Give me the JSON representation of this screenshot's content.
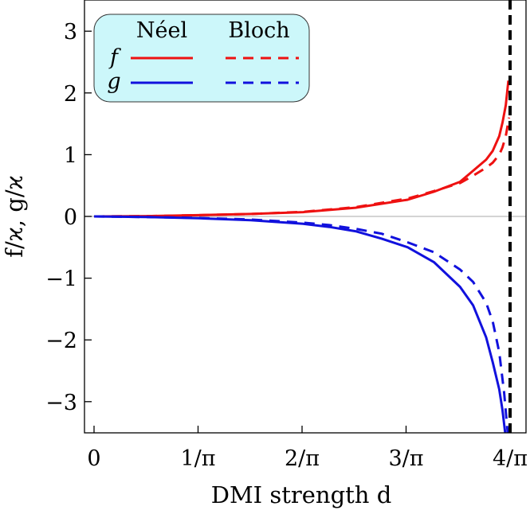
{
  "chart_data": {
    "type": "line",
    "xlabel": "DMI strength d",
    "ylabel": "f/ϰ, g/ϰ",
    "xlim": [
      0,
      1.2732
    ],
    "ylim": [
      -3.5,
      3.5
    ],
    "x_ticks": [
      {
        "value": 0,
        "label": "0"
      },
      {
        "value": 0.3183,
        "label": "1/π"
      },
      {
        "value": 0.6366,
        "label": "2/π"
      },
      {
        "value": 0.9549,
        "label": "3/π"
      },
      {
        "value": 1.2732,
        "label": "4/π"
      }
    ],
    "y_ticks": [
      {
        "value": 3,
        "label": "3"
      },
      {
        "value": 2,
        "label": "2"
      },
      {
        "value": 1,
        "label": "1"
      },
      {
        "value": 0,
        "label": "0"
      },
      {
        "value": -1,
        "label": "−1"
      },
      {
        "value": -2,
        "label": "−2"
      },
      {
        "value": -3,
        "label": "−3"
      }
    ],
    "zero_line": true,
    "asymptote_x": 1.2732,
    "legend": {
      "placement": "top-left",
      "columns": [
        "Néel",
        "Bloch"
      ],
      "rows": [
        "f",
        "g"
      ]
    },
    "series": [
      {
        "name": "f Néel",
        "color": "#ee1111",
        "dash": "solid",
        "x": [
          0,
          0.16,
          0.32,
          0.48,
          0.64,
          0.8,
          0.96,
          1.04,
          1.12,
          1.16,
          1.2,
          1.22,
          1.24,
          1.25,
          1.26,
          1.268
        ],
        "y": [
          0,
          0.005,
          0.02,
          0.04,
          0.07,
          0.14,
          0.27,
          0.4,
          0.56,
          0.74,
          0.92,
          1.06,
          1.3,
          1.52,
          1.8,
          2.2
        ]
      },
      {
        "name": "f Bloch",
        "color": "#ee1111",
        "dash": "dashed",
        "x": [
          0,
          0.16,
          0.32,
          0.48,
          0.64,
          0.8,
          0.96,
          1.04,
          1.12,
          1.16,
          1.2,
          1.22,
          1.24,
          1.25,
          1.26,
          1.27
        ],
        "y": [
          0,
          0.005,
          0.02,
          0.04,
          0.075,
          0.15,
          0.29,
          0.41,
          0.54,
          0.66,
          0.79,
          0.87,
          1.0,
          1.12,
          1.3,
          1.6
        ]
      },
      {
        "name": "g Néel",
        "color": "#1111dd",
        "dash": "solid",
        "x": [
          0,
          0.16,
          0.32,
          0.48,
          0.64,
          0.72,
          0.8,
          0.88,
          0.96,
          1.04,
          1.12,
          1.16,
          1.2,
          1.22,
          1.24,
          1.25,
          1.258
        ],
        "y": [
          0,
          -0.01,
          -0.03,
          -0.06,
          -0.12,
          -0.17,
          -0.24,
          -0.36,
          -0.5,
          -0.74,
          -1.14,
          -1.44,
          -1.96,
          -2.36,
          -2.8,
          -3.14,
          -3.5
        ]
      },
      {
        "name": "g Bloch",
        "color": "#1111dd",
        "dash": "dashed",
        "x": [
          0,
          0.16,
          0.32,
          0.48,
          0.64,
          0.72,
          0.8,
          0.88,
          0.96,
          1.04,
          1.12,
          1.16,
          1.2,
          1.22,
          1.24,
          1.255,
          1.266
        ],
        "y": [
          0,
          -0.01,
          -0.025,
          -0.05,
          -0.1,
          -0.14,
          -0.2,
          -0.28,
          -0.42,
          -0.58,
          -0.86,
          -1.06,
          -1.4,
          -1.7,
          -2.2,
          -2.85,
          -3.5
        ]
      }
    ]
  }
}
